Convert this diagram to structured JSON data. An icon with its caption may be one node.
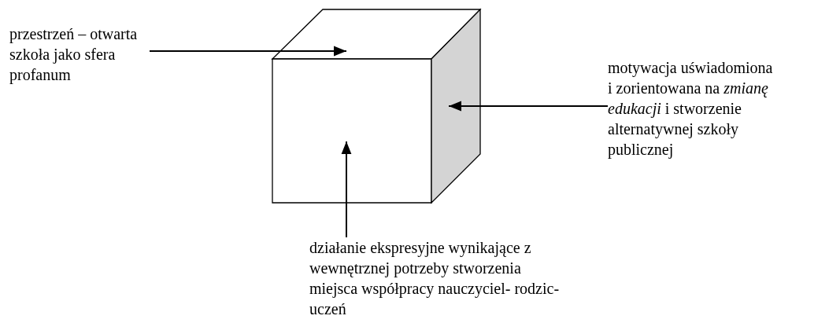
{
  "diagram": {
    "nodes": [
      {
        "text": [
          "przestrzeń – otwarta szkoła jako sfera profanum"
        ]
      },
      {
        "text": [],
        "shape": "box"
      },
      {
        "text": [],
        "shape": "box"
      },
      {
        "text": [],
        "shape": "box"
      },
      {
        "text": [
          "motywacja uświadomiona i zorientowana na *zmianę edukacji* i stworzenie alternatywnej szkoły publicznej"
        ]
      },
      {
        "text": [
          "działanie ekspresyjne wynikające z wewnętrznej potrzeby stworzenia miejsca współpracy nauczyciel- rodzic-uczeń"
        ]
      }
    ],
    "edges": [
      {
        "from": 0,
        "to": 1,
        "arrow": "to"
      },
      {
        "from": 4,
        "to": 3,
        "arrow": "to"
      },
      {
        "from": 5,
        "to": 2,
        "arrow": "to"
      }
    ]
  }
}
